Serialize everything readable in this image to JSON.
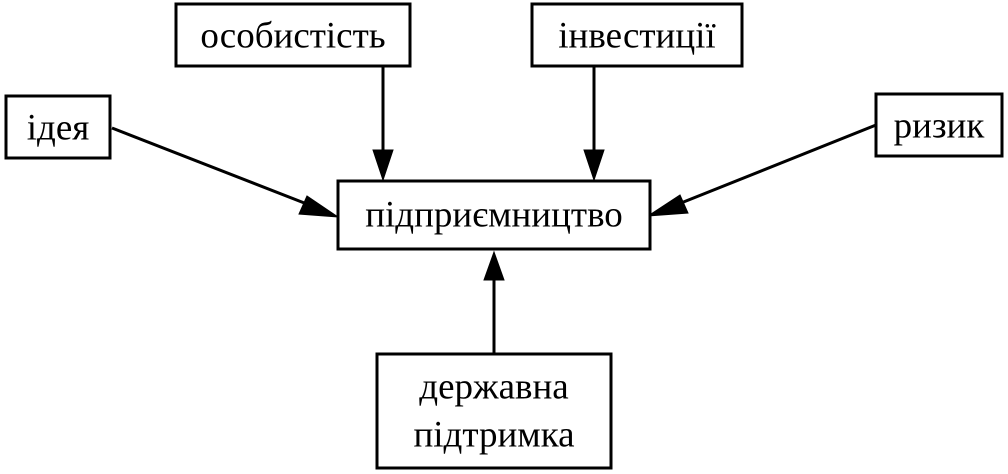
{
  "nodes": {
    "center": {
      "label": "підприємництво"
    },
    "personality": {
      "label": "особистість"
    },
    "investments": {
      "label": "інвестиції"
    },
    "idea": {
      "label": "ідея"
    },
    "risk": {
      "label": "ризик"
    },
    "state_support": {
      "line1": "державна",
      "line2": "підтримка"
    }
  },
  "edges": [
    {
      "from": "personality",
      "to": "center"
    },
    {
      "from": "investments",
      "to": "center"
    },
    {
      "from": "idea",
      "to": "center"
    },
    {
      "from": "risk",
      "to": "center"
    },
    {
      "from": "state_support",
      "to": "center"
    }
  ]
}
